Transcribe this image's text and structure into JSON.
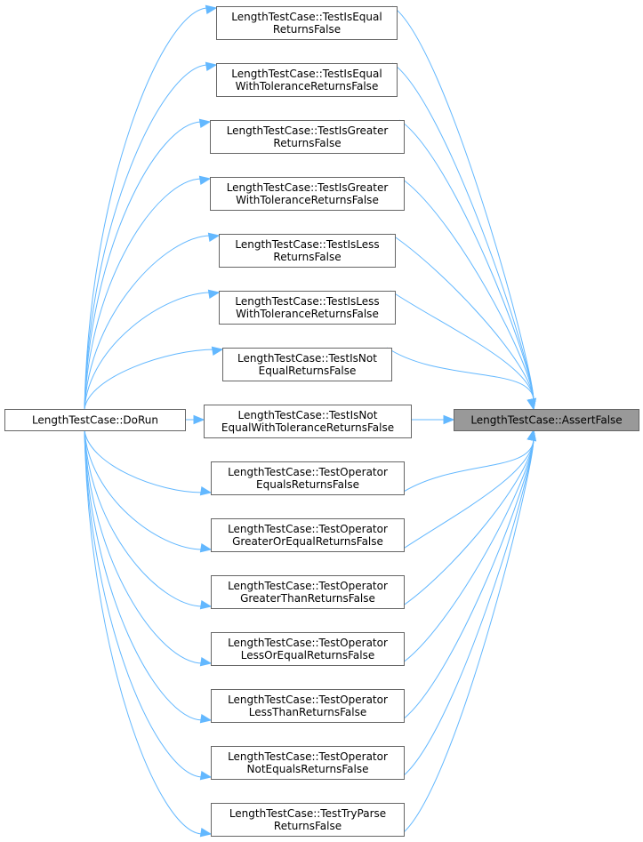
{
  "diagram": {
    "target": {
      "id": "assertfalse",
      "lines": [
        "LengthTestCase::AssertFalse"
      ]
    },
    "root": {
      "id": "dorun",
      "lines": [
        "LengthTestCase::DoRun"
      ]
    },
    "middle": [
      {
        "id": "isequal",
        "lines": [
          "LengthTestCase::TestIsEqual",
          "ReturnsFalse"
        ]
      },
      {
        "id": "isequaltol",
        "lines": [
          "LengthTestCase::TestIsEqual",
          "WithToleranceReturnsFalse"
        ]
      },
      {
        "id": "isgreater",
        "lines": [
          "LengthTestCase::TestIsGreater",
          "ReturnsFalse"
        ]
      },
      {
        "id": "isgreatertol",
        "lines": [
          "LengthTestCase::TestIsGreater",
          "WithToleranceReturnsFalse"
        ]
      },
      {
        "id": "isless",
        "lines": [
          "LengthTestCase::TestIsLess",
          "ReturnsFalse"
        ]
      },
      {
        "id": "islesstol",
        "lines": [
          "LengthTestCase::TestIsLess",
          "WithToleranceReturnsFalse"
        ]
      },
      {
        "id": "isnotequal",
        "lines": [
          "LengthTestCase::TestIsNot",
          "EqualReturnsFalse"
        ]
      },
      {
        "id": "isnotequaltol",
        "lines": [
          "LengthTestCase::TestIsNot",
          "EqualWithToleranceReturnsFalse"
        ]
      },
      {
        "id": "opequals",
        "lines": [
          "LengthTestCase::TestOperator",
          "EqualsReturnsFalse"
        ]
      },
      {
        "id": "opgreaterequal",
        "lines": [
          "LengthTestCase::TestOperator",
          "GreaterOrEqualReturnsFalse"
        ]
      },
      {
        "id": "opgreaterthan",
        "lines": [
          "LengthTestCase::TestOperator",
          "GreaterThanReturnsFalse"
        ]
      },
      {
        "id": "oplessequal",
        "lines": [
          "LengthTestCase::TestOperator",
          "LessOrEqualReturnsFalse"
        ]
      },
      {
        "id": "oplessthan",
        "lines": [
          "LengthTestCase::TestOperator",
          "LessThanReturnsFalse"
        ]
      },
      {
        "id": "opnotequals",
        "lines": [
          "LengthTestCase::TestOperator",
          "NotEqualsReturnsFalse"
        ]
      },
      {
        "id": "tryparse",
        "lines": [
          "LengthTestCase::TestTryParse",
          "ReturnsFalse"
        ]
      }
    ],
    "edge_color": "#63b8ff",
    "node_border_color": "#666666",
    "highlight_fill": "#999999"
  }
}
